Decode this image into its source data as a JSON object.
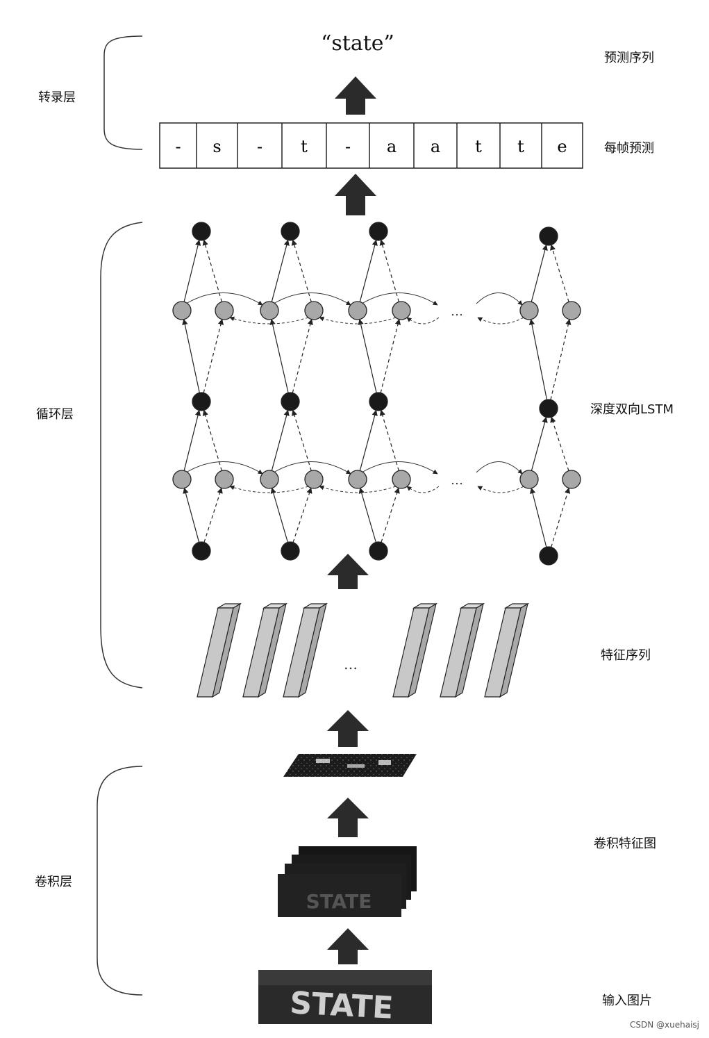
{
  "left_labels": {
    "transcription": "转录层",
    "recurrent": "循环层",
    "convolution": "卷积层"
  },
  "right_labels": {
    "predicted_sequence": "预测序列",
    "per_frame_prediction": "每帧预测",
    "deep_bilstm": "深度双向LSTM",
    "feature_sequence": "特征序列",
    "conv_feature_maps": "卷积特征图",
    "input_image": "输入图片"
  },
  "output": "“state”",
  "frames": [
    "-",
    "s",
    "-",
    "t",
    "-",
    "a",
    "a",
    "t",
    "t",
    "e"
  ],
  "ellipsis": "…",
  "input_image_text": "STATE",
  "watermark": "CSDN @xuehaisj",
  "colors": {
    "dark_node": "#1a1a1a",
    "light_node": "#a8a8a8",
    "arrow": "#2b2b2b",
    "feature_bar": "#c8c8c8"
  }
}
